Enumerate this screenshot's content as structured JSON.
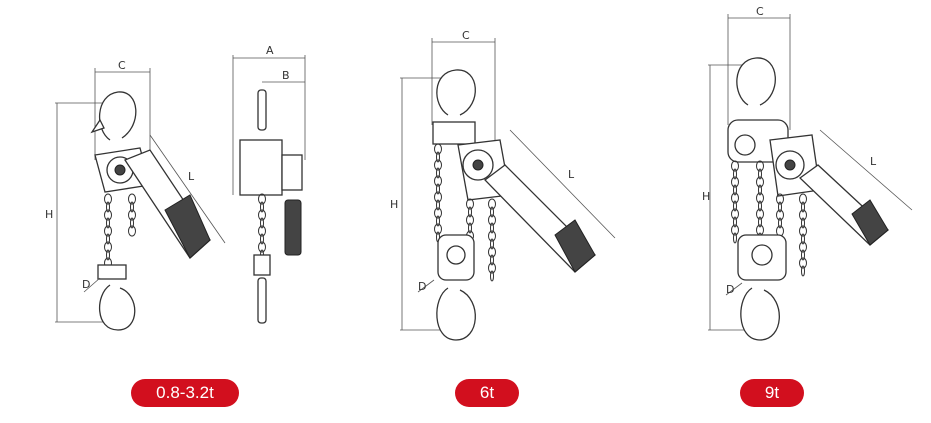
{
  "accent_color": "#d20f1e",
  "dimension_labels": {
    "A": "A",
    "B": "B",
    "C": "C",
    "H": "H",
    "L": "L",
    "D": "D"
  },
  "models": [
    {
      "label": "0.8-3.2t"
    },
    {
      "label": "6t"
    },
    {
      "label": "9t"
    }
  ]
}
